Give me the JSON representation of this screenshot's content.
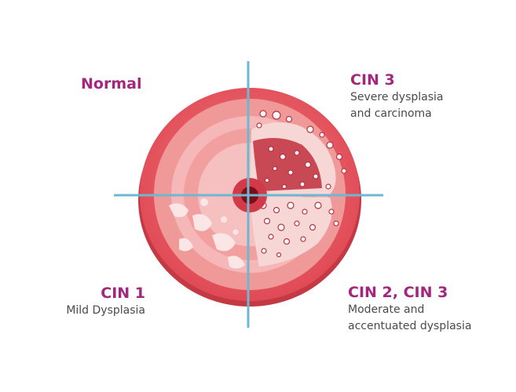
{
  "quadrants": {
    "normal": {
      "title": "Normal"
    },
    "cin3": {
      "title": "CIN 3",
      "desc_lines": [
        "Severe dysplasia",
        "and carcinoma"
      ]
    },
    "cin1": {
      "title": "CIN 1",
      "desc_lines": [
        "Mild Dysplasia"
      ]
    },
    "cin23": {
      "title": "CIN 2, CIN 3",
      "desc_lines": [
        "Moderate and",
        "accentuated dysplasia"
      ]
    }
  },
  "colors": {
    "title": "#a3267f",
    "desc": "#4a4a4a",
    "axis": "#6db8d0",
    "disc_outer": "#e0575f",
    "disc_rim": "#c73a44",
    "tissue_light": "#f3b4b4",
    "center": "#7a0f1c"
  }
}
